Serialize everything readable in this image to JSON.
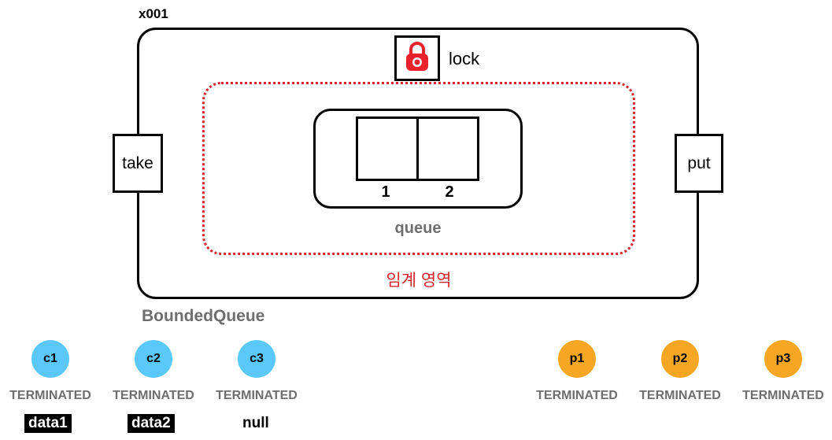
{
  "object": {
    "address": "x001",
    "class_name": "BoundedQueue"
  },
  "lock": {
    "label": "lock",
    "icon": "padlock-icon",
    "color": "#e8232c"
  },
  "queue": {
    "label": "queue",
    "slots": [
      "1",
      "2"
    ]
  },
  "critical_section": {
    "label": "임계 영역",
    "color": "#d9262e"
  },
  "methods": {
    "take": "take",
    "put": "put"
  },
  "consumers": [
    {
      "name": "c1",
      "state": "TERMINATED",
      "result": "data1"
    },
    {
      "name": "c2",
      "state": "TERMINATED",
      "result": "data2"
    },
    {
      "name": "c3",
      "state": "TERMINATED",
      "result": "null"
    }
  ],
  "producers": [
    {
      "name": "p1",
      "state": "TERMINATED"
    },
    {
      "name": "p2",
      "state": "TERMINATED"
    },
    {
      "name": "p3",
      "state": "TERMINATED"
    }
  ],
  "colors": {
    "consumer": "#5ac8fa",
    "producer": "#f5a623",
    "gray_text": "#6e6e6e"
  }
}
